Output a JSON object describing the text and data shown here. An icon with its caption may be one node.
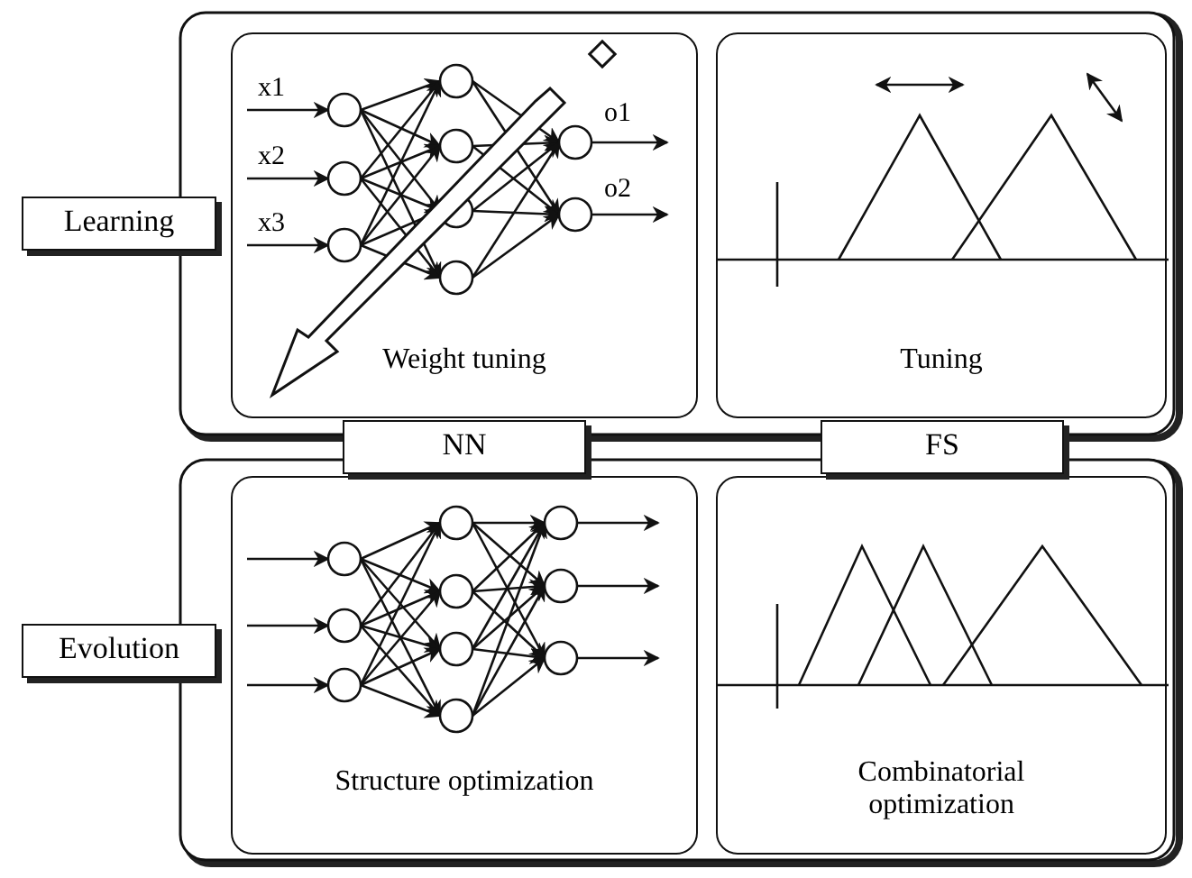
{
  "diagram": {
    "nodes": [
      {
        "text": [
          "Learning"
        ]
      },
      {
        "text": [
          "Weight tuning"
        ],
        "in": 0
      },
      {
        "text": [
          "Tuning"
        ],
        "in": 0
      },
      {
        "text": [
          "Evolution"
        ]
      },
      {
        "text": [
          "Structure optimization"
        ],
        "in": 3
      },
      {
        "text": [
          "Combinatorial optimization"
        ],
        "in": 3
      },
      {
        "text": [
          "NN"
        ]
      },
      {
        "text": [
          "FS"
        ]
      }
    ],
    "edges": [],
    "labels": [
      "x1",
      "x2",
      "x3",
      "o1",
      "o2"
    ]
  }
}
